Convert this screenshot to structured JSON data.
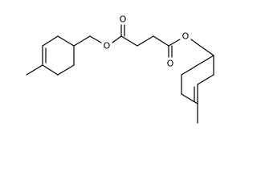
{
  "molecule": {
    "atoms": {
      "o_carbonyl_left": "O",
      "o_ester_left": "O",
      "o_carbonyl_right": "O",
      "o_ester_right": "O"
    }
  }
}
